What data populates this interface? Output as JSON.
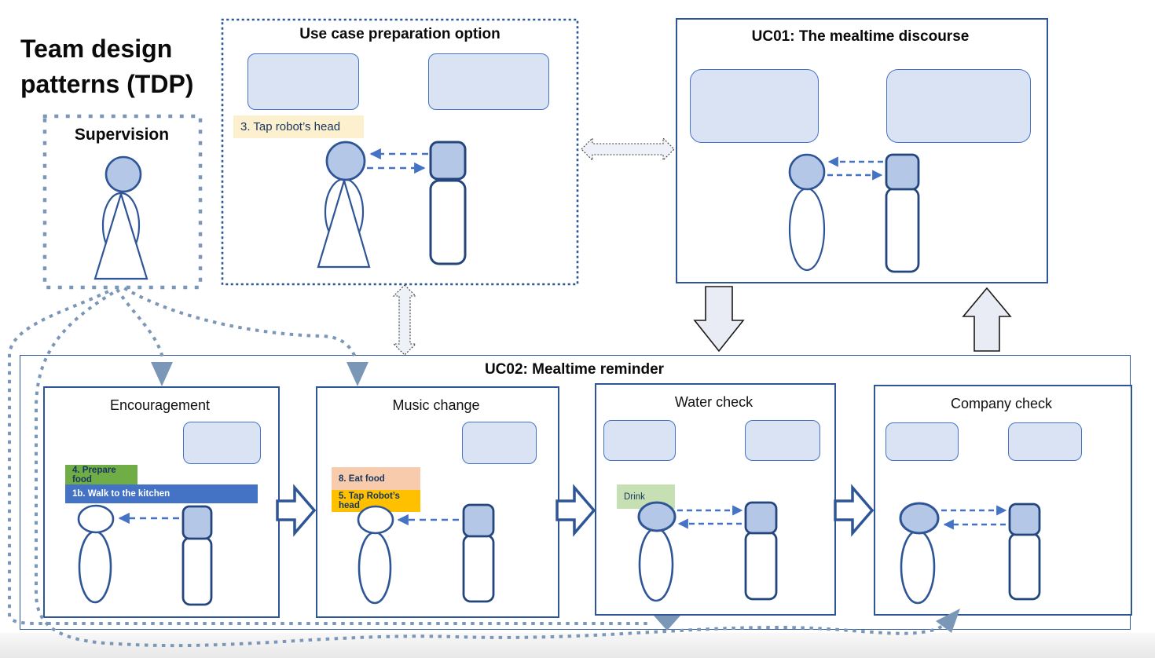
{
  "page": {
    "title": "Team design patterns (TDP)"
  },
  "supervision": {
    "title": "Supervision"
  },
  "prep": {
    "title": "Use case preparation option",
    "step_label": "3. Tap robot’s head"
  },
  "uc01": {
    "title": "UC01: The mealtime discourse"
  },
  "uc02": {
    "title": "UC02: Mealtime reminder",
    "panels": [
      {
        "title": "Encouragement",
        "labels": [
          "4. Prepare food",
          "1b. Walk to the kitchen"
        ]
      },
      {
        "title": "Music change",
        "labels": [
          "8. Eat food",
          "5. Tap Robot’s head"
        ]
      },
      {
        "title": "Water check",
        "labels": [
          "Drink"
        ]
      },
      {
        "title": "Company check",
        "labels": []
      }
    ]
  },
  "colors": {
    "dark_blue": "#2e5596",
    "dashed_arrow_blue": "#4472c4",
    "chip_fill": "#dae3f3",
    "head_fill": "#b4c7e7",
    "slate_dotted": "#7b97b8",
    "label_green": "#70ad47",
    "label_blue": "#4472c4",
    "label_peach": "#f8cbad",
    "label_amber": "#ffc000",
    "label_light_green": "#c6e0b4",
    "label_cream": "#fdf0cf",
    "block_arrow_fill": "#e9ecf4"
  }
}
